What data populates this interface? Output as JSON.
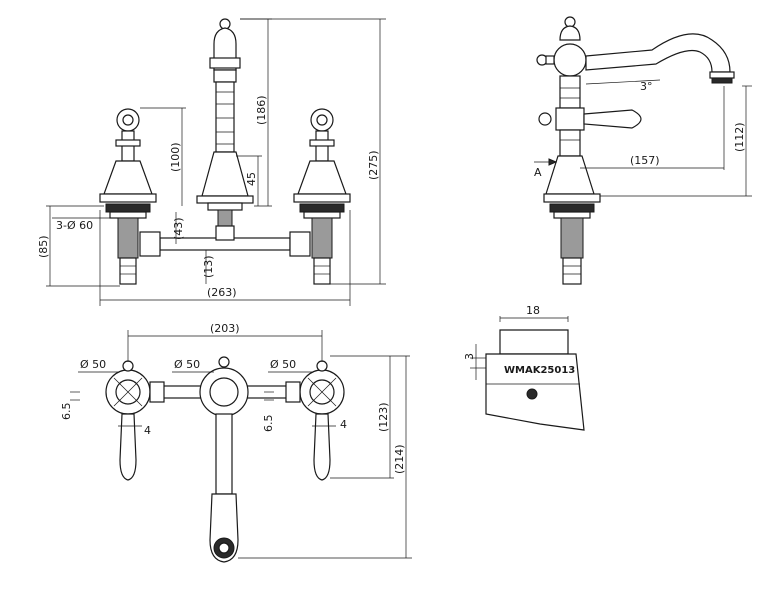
{
  "front_view": {
    "dim_height_total": "(275)",
    "dim_handle_height": "(186)",
    "dim_valve_height": "(100)",
    "dim_spout_step": "45",
    "dim_body_height": "(85)",
    "dim_connector": "(43)",
    "dim_pipe_offset": "(13)",
    "dim_holes": "3-Ø 60",
    "dim_width_total": "(263)"
  },
  "side_view": {
    "dim_angle": "3°",
    "dim_reach": "(157)",
    "dim_spout_height": "(112)",
    "label_section": "A"
  },
  "top_view": {
    "dim_spread": "(203)",
    "dim_dia_left": "Ø 50",
    "dim_dia_mid": "Ø 50",
    "dim_dia_right": "Ø 50",
    "dim_offset_left": "6.5",
    "dim_offset_right": "6.5",
    "dim_gap_left": "4",
    "dim_gap_right": "4",
    "dim_handle_reach": "(123)",
    "dim_spout_length": "(214)"
  },
  "detail_view": {
    "dim_width": "18",
    "dim_step": "3",
    "model_code": "WMAK25013"
  }
}
